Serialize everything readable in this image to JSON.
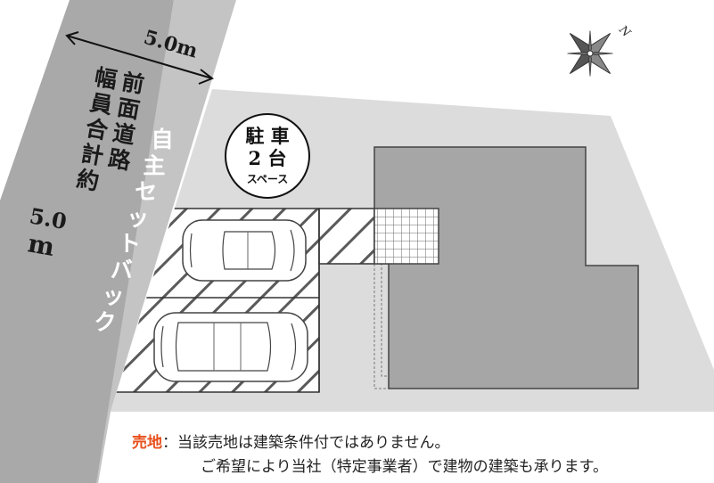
{
  "road": {
    "width_dimension": "5.0m",
    "label_lines": [
      "前面道路",
      "幅員合計約"
    ],
    "width_value": "5.0",
    "width_unit": "m"
  },
  "setback": {
    "label_chars": [
      "自",
      "主",
      "セ",
      "ッ",
      "ト",
      "バ",
      "ッ",
      "ク"
    ]
  },
  "parking": {
    "line1": "駐 車",
    "line2": "2 台",
    "line3": "スペース",
    "car_count": 2
  },
  "compass": {
    "north_label": "N"
  },
  "note": {
    "label": "売地",
    "separator": "：",
    "line1": "当該売地は建築条件付ではありません。",
    "line2": "ご希望により当社（特定事業者）で建物の建築も承ります。"
  },
  "colors": {
    "road": "#a9a9a9",
    "setback": "#c4c4c4",
    "lot": "#dcdcdc",
    "building": "#a6a6a6",
    "hatch": "#555555",
    "note_label": "#e8501c"
  }
}
